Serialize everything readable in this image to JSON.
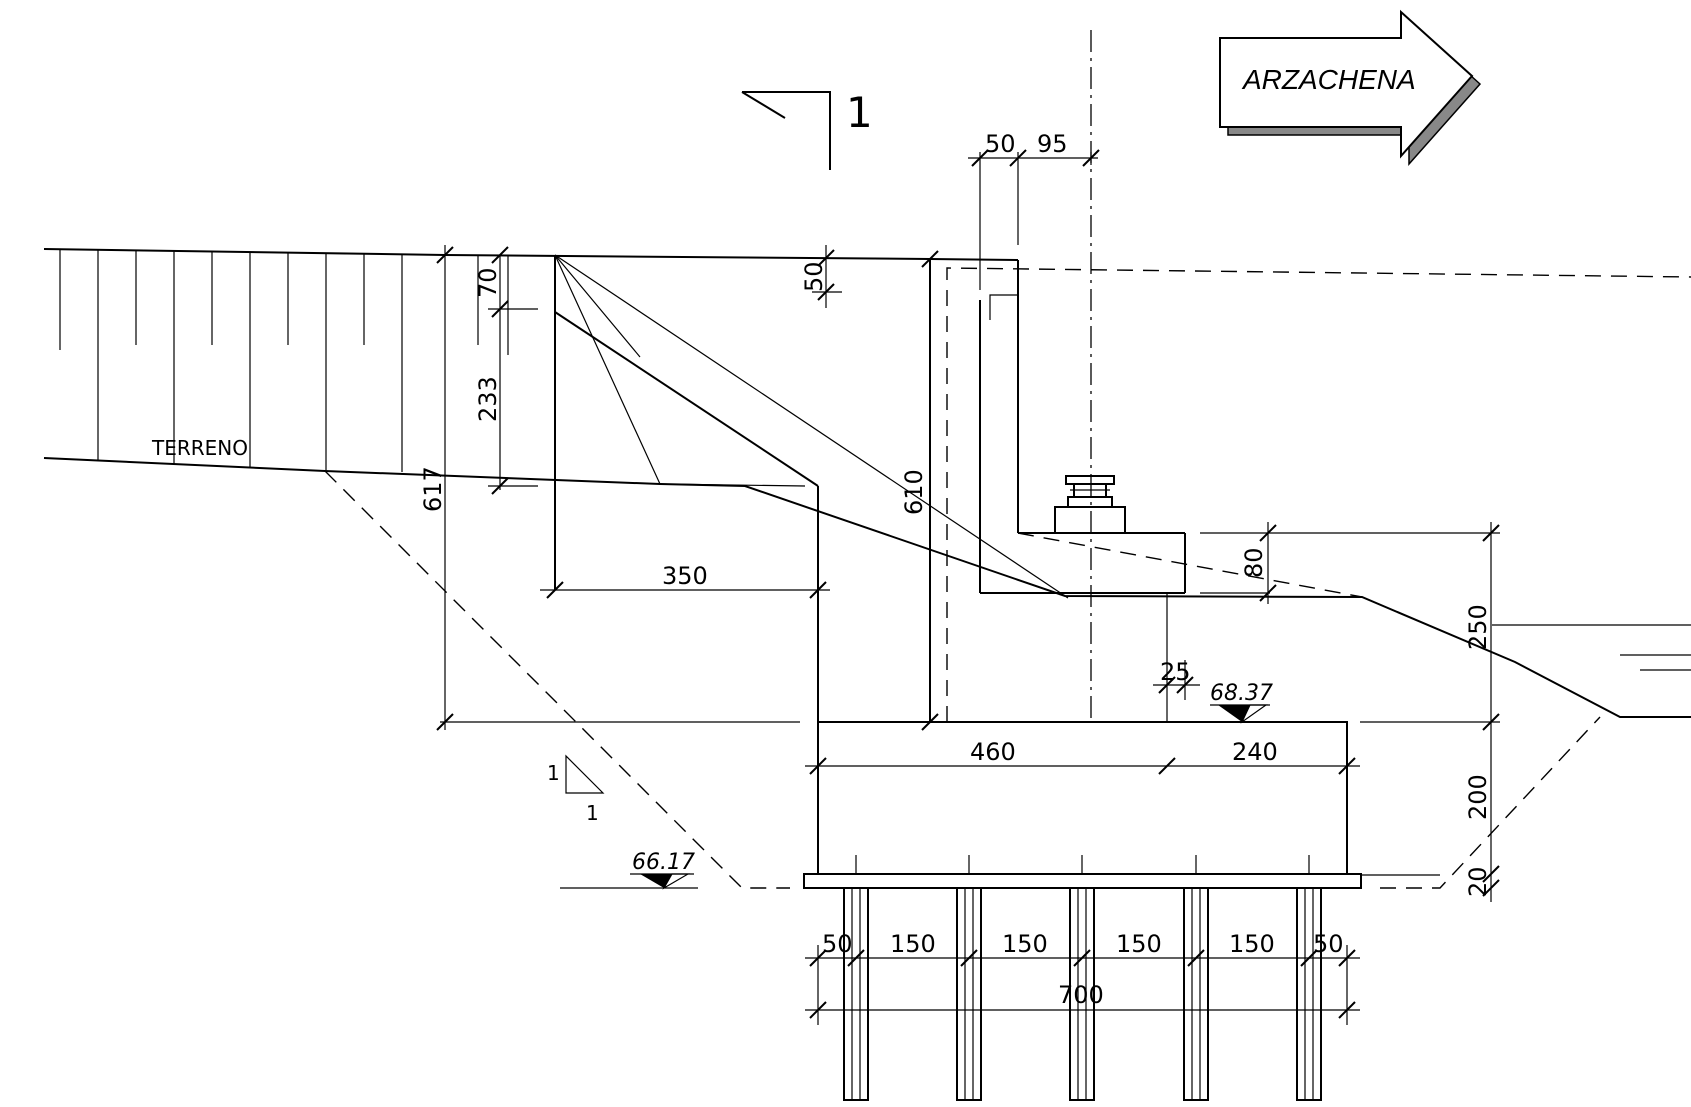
{
  "direction_sign": {
    "label": "ARZACHENA"
  },
  "section_mark": {
    "label": "1"
  },
  "ground_label": "TERRENO",
  "slope": {
    "rise": "1",
    "run": "1"
  },
  "elevations": {
    "top_foundation": "68.37",
    "bottom_foundation": "66.17"
  },
  "dimensions": {
    "d_50_top": "50",
    "d_95_top": "95",
    "d_50_vert": "50",
    "d_70": "70",
    "d_233": "233",
    "d_617": "617",
    "d_610": "610",
    "d_350": "350",
    "d_80": "80",
    "d_250": "250",
    "d_25": "25",
    "d_460": "460",
    "d_240": "240",
    "d_200": "200",
    "d_20": "20",
    "d_pile_50_left": "50",
    "d_pile_150_a": "150",
    "d_pile_150_b": "150",
    "d_pile_150_c": "150",
    "d_pile_150_d": "150",
    "d_pile_50_right": "50",
    "d_700": "700"
  }
}
